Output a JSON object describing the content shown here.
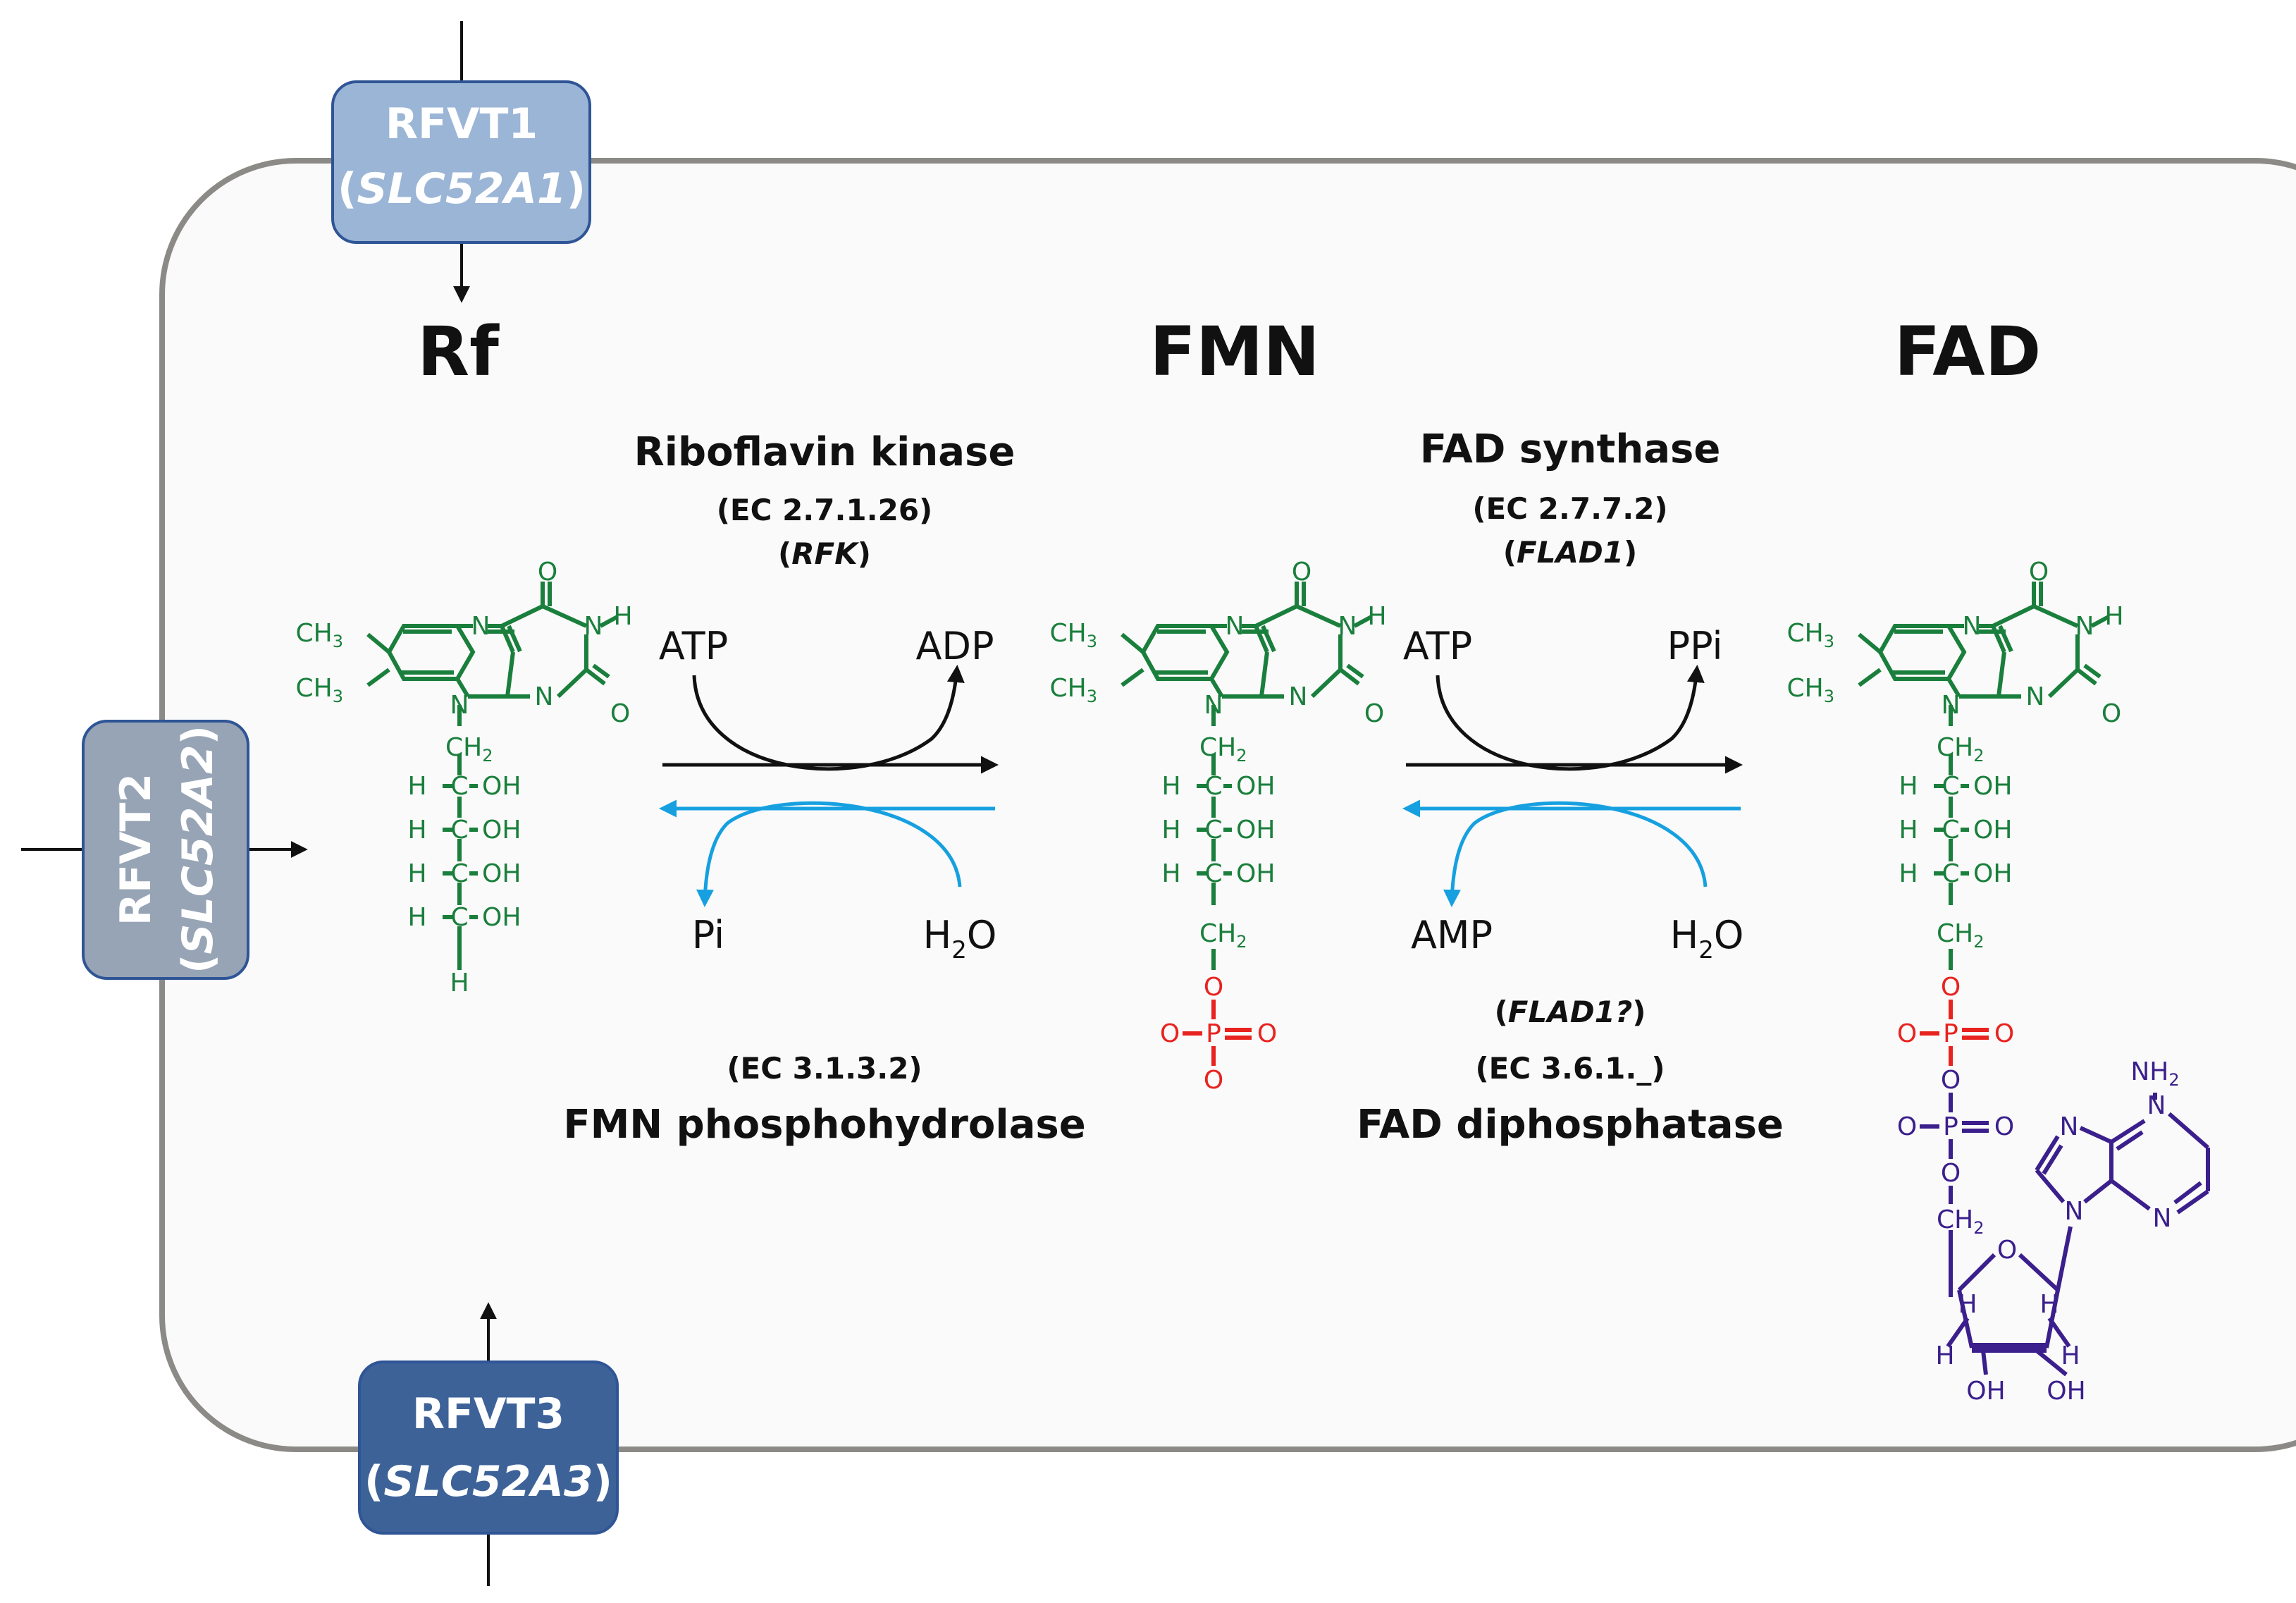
{
  "compounds": {
    "rf": "Rf",
    "fmn": "FMN",
    "fad": "FAD"
  },
  "transporters": {
    "rfvt1": {
      "name": "RFVT1",
      "gene": "SLC52A1",
      "fill": "#9bb5d6"
    },
    "rfvt2": {
      "name": "RFVT2",
      "gene": "SLC52A2",
      "fill": "#97a4b5"
    },
    "rfvt3": {
      "name": "RFVT3",
      "gene": "SLC52A3",
      "fill": "#3d6298"
    }
  },
  "reactions": {
    "rfk": {
      "enzyme": "Riboflavin kinase",
      "ec": "(EC 2.7.1.26)",
      "gene": "RFK",
      "substrate": "ATP",
      "product": "ADP"
    },
    "fads": {
      "enzyme": "FAD synthase",
      "ec": "(EC 2.7.7.2)",
      "gene": "FLAD1",
      "substrate": "ATP",
      "product": "PPi"
    },
    "fmn_ph": {
      "enzyme": "FMN phosphohydrolase",
      "ec": "(EC 3.1.3.2)",
      "substrate": "H",
      "substrate_sub": "2",
      "substrate_tail": "O",
      "product": "Pi"
    },
    "fad_dp": {
      "enzyme": "FAD diphosphatase",
      "ec": "(EC 3.6.1._)",
      "gene": "FLAD1?",
      "substrate": "H",
      "substrate_sub": "2",
      "substrate_tail": "O",
      "product": "AMP"
    }
  },
  "structure_labels": {
    "ch3": "CH",
    "ch3_sub": "3",
    "ch2": "CH",
    "ch2_sub": "2",
    "n": "N",
    "o": "O",
    "h": "H",
    "c": "C",
    "oh": "OH",
    "p": "P",
    "nh2": "NH",
    "nh2_sub": "2"
  },
  "colors": {
    "flavin": "#1a7f3c",
    "phosphate": "#e8231f",
    "adenosine": "#3b1f8c",
    "forward_arrow": "#111111",
    "reverse_arrow": "#16a0e0",
    "cell_border": "#8c8a86",
    "cell_fill": "#fafafa"
  }
}
